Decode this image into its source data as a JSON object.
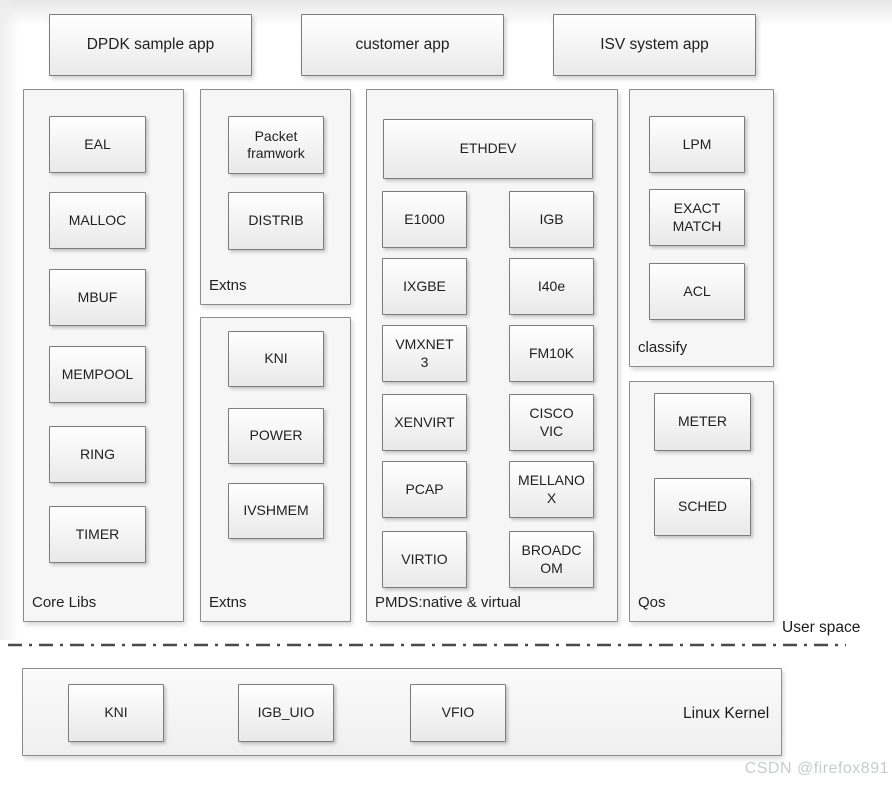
{
  "apps": [
    "DPDK sample app",
    "customer app",
    "ISV system app"
  ],
  "core_libs": {
    "label": "Core Libs",
    "items": [
      "EAL",
      "MALLOC",
      "MBUF",
      "MEMPOOL",
      "RING",
      "TIMER"
    ]
  },
  "extns_top": {
    "label": "Extns",
    "items": [
      "Packet framwork",
      "DISTRIB"
    ]
  },
  "extns_bottom": {
    "label": "Extns",
    "items": [
      "KNI",
      "POWER",
      "IVSHMEM"
    ]
  },
  "pmds": {
    "label": "PMDS:native & virtual",
    "header": "ETHDEV",
    "left_items": [
      "E1000",
      "IXGBE",
      "VMXNET 3",
      "XENVIRT",
      "PCAP",
      "VIRTIO"
    ],
    "right_items": [
      "IGB",
      "I40e",
      "FM10K",
      "CISCO VIC",
      "MELLANOX",
      "BROADCOM"
    ]
  },
  "classify": {
    "label": "classify",
    "items": [
      "LPM",
      "EXACT MATCH",
      "ACL"
    ]
  },
  "qos": {
    "label": "Qos",
    "items": [
      "METER",
      "SCHED"
    ]
  },
  "separator": {
    "label": "User space"
  },
  "kernel": {
    "label": "Linux Kernel",
    "items": [
      "KNI",
      "IGB_UIO",
      "VFIO"
    ]
  },
  "watermark": "CSDN @firefox891",
  "colors": {
    "node_border": "#7d7d7d",
    "panel_bg": "#f6f6f6",
    "separator_line": "#4a4a4a",
    "watermark_text": "#c8cbd0"
  }
}
